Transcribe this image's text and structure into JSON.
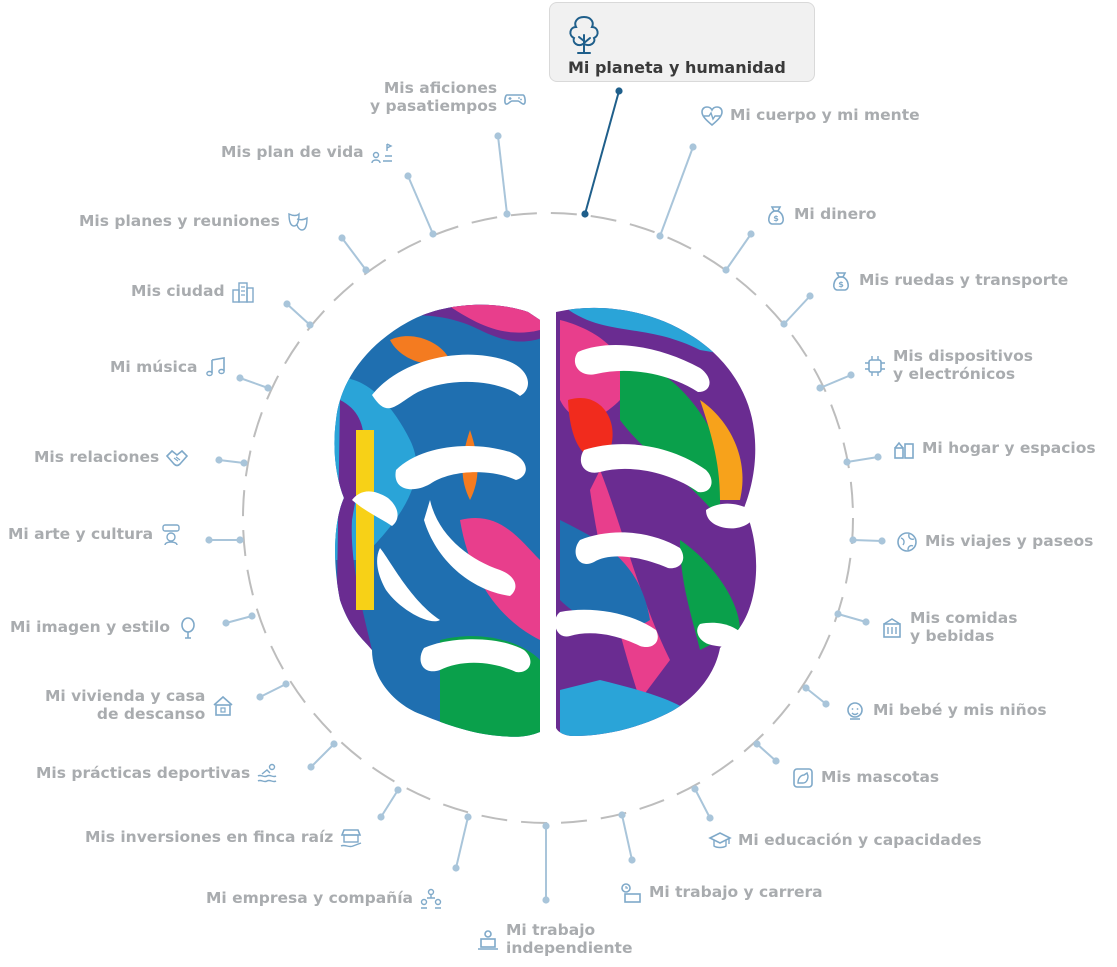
{
  "selected": {
    "label": "Mi planeta y humanidad",
    "icon": "tree-icon",
    "accent": "#1f5f8b"
  },
  "colors": {
    "label": "#a9acaf",
    "connector": "#a9c5da",
    "ring": "#bdbdbd",
    "selected_connector": "#1f5f8b"
  },
  "categories": [
    {
      "id": "cuerpo",
      "label": "Mi cuerpo y mi mente",
      "icon": "heartbeat-icon"
    },
    {
      "id": "dinero",
      "label": "Mi dinero",
      "icon": "money-bag-icon"
    },
    {
      "id": "ruedas",
      "label": "Mis ruedas y transporte",
      "icon": "money-bag-icon"
    },
    {
      "id": "dispositivos",
      "label": "Mis dispositivos\ny electrónicos",
      "icon": "chip-icon"
    },
    {
      "id": "hogar",
      "label": "Mi hogar y espacios",
      "icon": "home-blocks-icon"
    },
    {
      "id": "viajes",
      "label": "Mis viajes y paseos",
      "icon": "globe-icon"
    },
    {
      "id": "comidas",
      "label": "Mis comidas\ny bebidas",
      "icon": "food-icon"
    },
    {
      "id": "bebe",
      "label": "Mi bebé y mis niños",
      "icon": "baby-icon"
    },
    {
      "id": "mascotas",
      "label": "Mis mascotas",
      "icon": "pet-icon"
    },
    {
      "id": "educacion",
      "label": "Mi educación y capacidades",
      "icon": "graduation-cap-icon"
    },
    {
      "id": "trabajo",
      "label": "Mi trabajo y carrera",
      "icon": "work-icon"
    },
    {
      "id": "independiente",
      "label": "Mi trabajo\nindependiente",
      "icon": "laptop-user-icon"
    },
    {
      "id": "empresa",
      "label": "Mi empresa y compañía",
      "icon": "team-icon"
    },
    {
      "id": "finca",
      "label": "Mis inversiones en finca raíz",
      "icon": "store-hand-icon"
    },
    {
      "id": "deportes",
      "label": "Mis prácticas deportivas",
      "icon": "swimming-icon"
    },
    {
      "id": "vivienda",
      "label": "Mi vivienda y casa\nde descanso",
      "icon": "house-icon"
    },
    {
      "id": "imagen",
      "label": "Mi imagen y estilo",
      "icon": "mirror-icon"
    },
    {
      "id": "arte",
      "label": "Mi arte y cultura",
      "icon": "artist-icon"
    },
    {
      "id": "relaciones",
      "label": "Mis relaciones",
      "icon": "handshake-icon"
    },
    {
      "id": "musica",
      "label": "Mi música",
      "icon": "music-note-icon"
    },
    {
      "id": "ciudad",
      "label": "Mis ciudad",
      "icon": "city-icon"
    },
    {
      "id": "planes",
      "label": "Mis planes y reuniones",
      "icon": "theater-masks-icon"
    },
    {
      "id": "plan_vida",
      "label": "Mis plan de vida",
      "icon": "life-plan-icon"
    },
    {
      "id": "aficiones",
      "label": "Mis aficiones\ny pasatiempos",
      "icon": "gamepad-icon"
    }
  ]
}
